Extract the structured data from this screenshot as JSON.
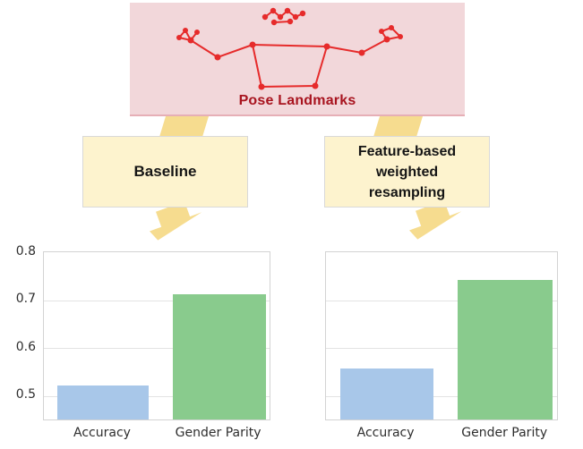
{
  "pose_panel": {
    "label": "Pose Landmarks",
    "fill": "#f2d7da",
    "label_color": "#a8141f",
    "skeleton_color": "#e62b2b"
  },
  "flow": {
    "arrow_color": "#f6dc8f",
    "branch_box_fill": "#fdf3ce",
    "left_branch_label": "Baseline",
    "right_branch_label_lines": [
      "Feature-based",
      "weighted",
      "resampling"
    ]
  },
  "chart_data": [
    {
      "type": "bar",
      "name": "baseline-results",
      "title": "",
      "categories": [
        "Accuracy",
        "Gender Parity"
      ],
      "values": [
        0.52,
        0.71
      ],
      "bar_colors": [
        "#a8c7e9",
        "#89cb8d"
      ],
      "ylim": [
        0.448,
        0.802
      ],
      "yticks": [
        0.5,
        0.6,
        0.7,
        0.8
      ],
      "ytick_labels": [
        "0.5",
        "0.6",
        "0.7",
        "0.8"
      ],
      "show_ytick_labels": true,
      "grid": true,
      "legend": null,
      "xlabel": "",
      "ylabel": ""
    },
    {
      "type": "bar",
      "name": "resampling-results",
      "title": "",
      "categories": [
        "Accuracy",
        "Gender Parity"
      ],
      "values": [
        0.555,
        0.74
      ],
      "bar_colors": [
        "#a8c7e9",
        "#89cb8d"
      ],
      "ylim": [
        0.448,
        0.802
      ],
      "yticks": [
        0.5,
        0.6,
        0.7,
        0.8
      ],
      "ytick_labels": [
        "0.5",
        "0.6",
        "0.7",
        "0.8"
      ],
      "show_ytick_labels": false,
      "grid": true,
      "legend": null,
      "xlabel": "",
      "ylabel": ""
    }
  ]
}
